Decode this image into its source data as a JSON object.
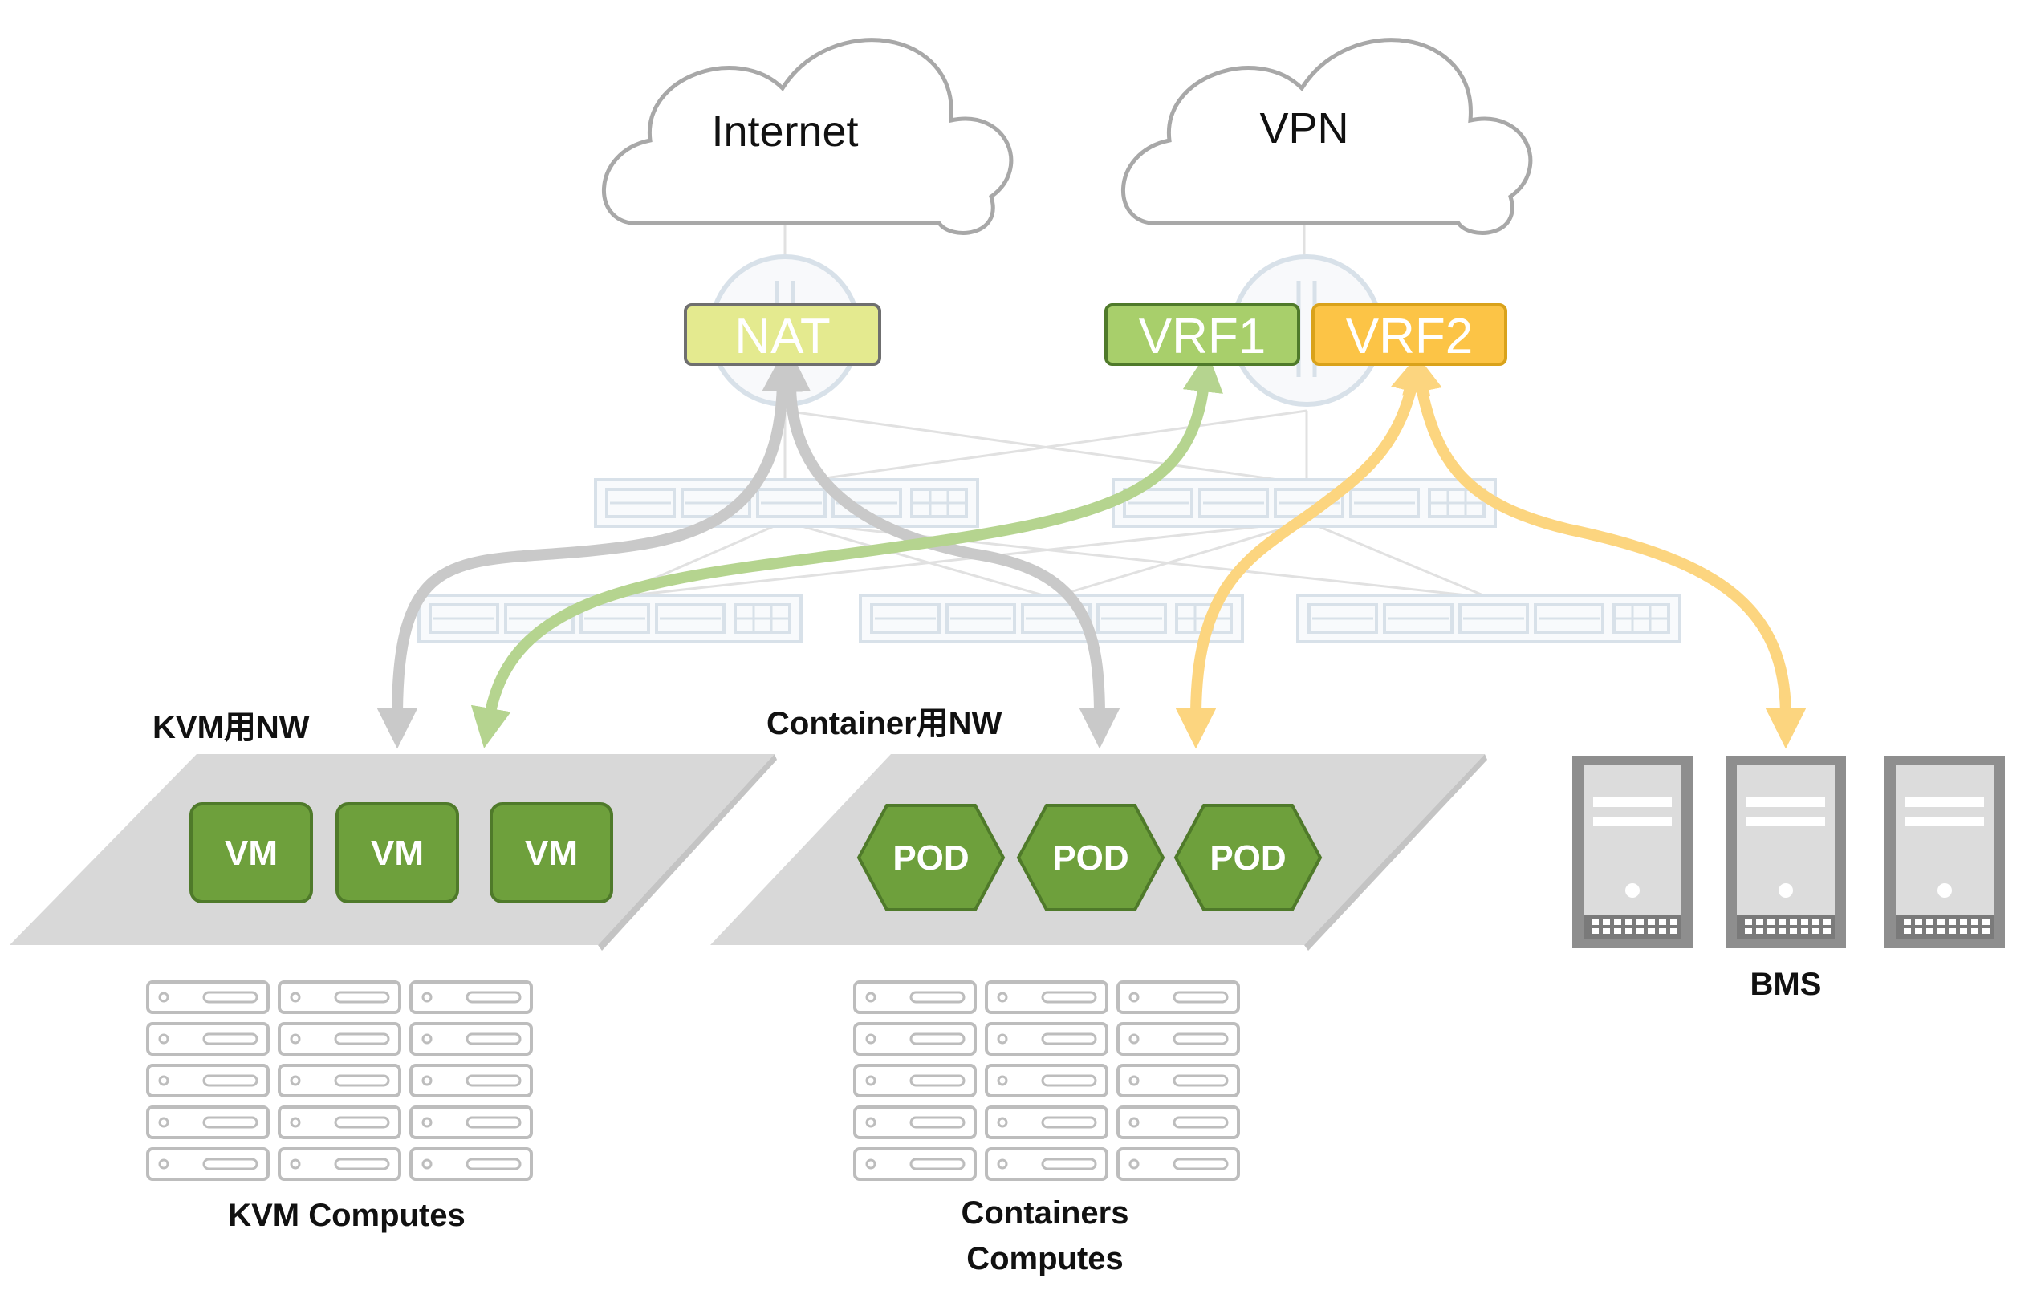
{
  "clouds": {
    "internet": "Internet",
    "vpn": "VPN"
  },
  "gateway_tags": {
    "nat": "NAT",
    "vrf1": "VRF1",
    "vrf2": "VRF2"
  },
  "networks": {
    "kvm": "KVM用NW",
    "container": "Container用NW"
  },
  "kvm_vms": [
    "VM",
    "VM",
    "VM"
  ],
  "container_pods": [
    "POD",
    "POD",
    "POD"
  ],
  "compute_groups": {
    "kvm": "KVM Computes",
    "containers_line1": "Containers",
    "containers_line2": "Computes"
  },
  "bms_label": "BMS",
  "colors": {
    "gray_arrow": "#c9c9c9",
    "green_arrow": "#b5d48f",
    "yellow_arrow": "#fcd57f",
    "nat_fill": "#e4ea8f",
    "vrf1_fill": "#a8cf6b",
    "vrf2_fill": "#fcc446",
    "chip_green": "#6ea03c",
    "platform": "#d8d8d8",
    "server": "#8e8e8e"
  },
  "icons": [
    "cloud-icon",
    "router-icon",
    "switch-icon",
    "server-tower-icon",
    "rack-server-icon"
  ]
}
